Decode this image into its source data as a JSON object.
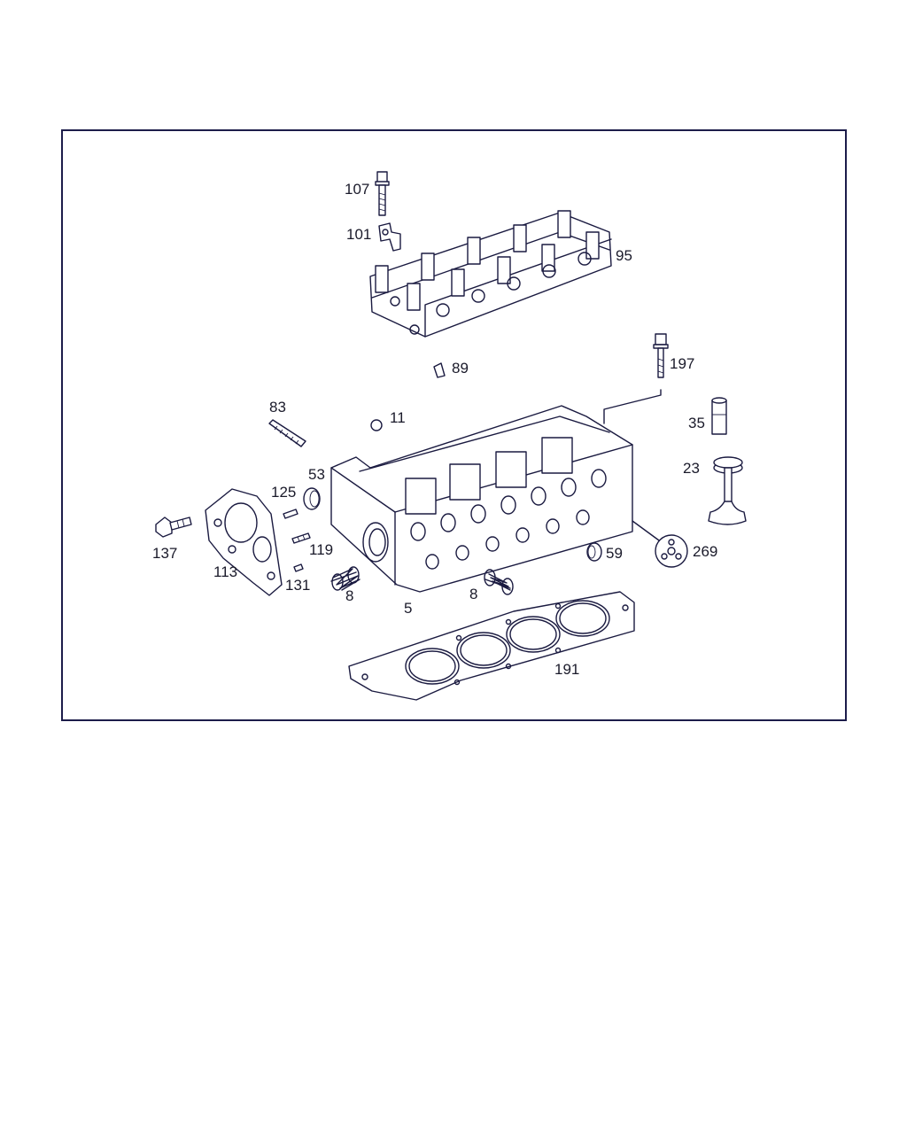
{
  "callouts": [
    {
      "id": "107",
      "text": "107"
    },
    {
      "id": "101",
      "text": "101"
    },
    {
      "id": "95",
      "text": "95"
    },
    {
      "id": "89",
      "text": "89"
    },
    {
      "id": "197",
      "text": "197"
    },
    {
      "id": "83",
      "text": "83"
    },
    {
      "id": "11",
      "text": "11"
    },
    {
      "id": "35",
      "text": "35"
    },
    {
      "id": "53",
      "text": "53"
    },
    {
      "id": "23",
      "text": "23"
    },
    {
      "id": "125",
      "text": "125"
    },
    {
      "id": "137",
      "text": "137"
    },
    {
      "id": "119",
      "text": "119"
    },
    {
      "id": "59",
      "text": "59"
    },
    {
      "id": "269",
      "text": "269"
    },
    {
      "id": "113",
      "text": "113"
    },
    {
      "id": "131",
      "text": "131"
    },
    {
      "id": "8a",
      "text": "8"
    },
    {
      "id": "8b",
      "text": "8"
    },
    {
      "id": "5",
      "text": "5"
    },
    {
      "id": "191",
      "text": "191"
    }
  ],
  "colors": {
    "line": "#1a1a40",
    "frame": "#1c1c4a",
    "background": "#ffffff"
  }
}
